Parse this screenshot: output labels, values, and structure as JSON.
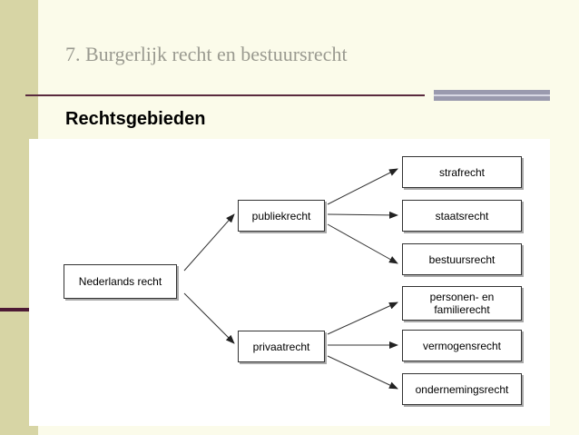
{
  "slide": {
    "title": "7. Burgerlijk recht en bestuursrecht",
    "subtitle": "Rechtsgebieden"
  },
  "diagram": {
    "root": "Nederlands recht",
    "branches": [
      {
        "label": "publiekrecht",
        "children": [
          "strafrecht",
          "staatsrecht",
          "bestuursrecht"
        ]
      },
      {
        "label": "privaatrecht",
        "children": [
          "personen- en familierecht",
          "vermogensrecht",
          "ondernemingsrecht"
        ]
      }
    ]
  },
  "colors": {
    "background": "#fbfbea",
    "side_bar": "#d7d5a5",
    "accent_line": "#5a2a3e",
    "title_text": "#9a9a90"
  }
}
